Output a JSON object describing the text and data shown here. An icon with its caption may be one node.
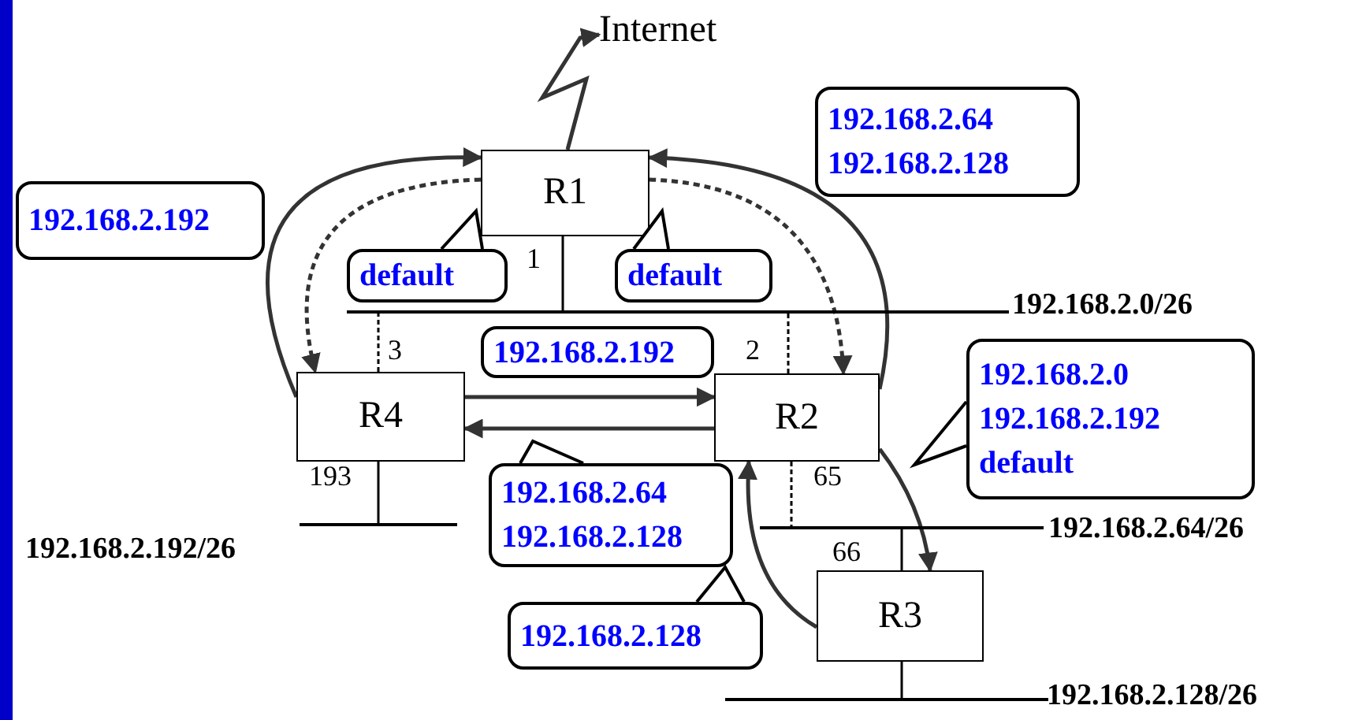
{
  "diagram": {
    "nodes": [
      {
        "text": [
          "R1"
        ]
      },
      {
        "text": [
          "R2"
        ]
      },
      {
        "text": [
          "R3"
        ]
      },
      {
        "text": [
          "R4"
        ]
      },
      {
        "text": [
          "Internet"
        ]
      },
      {
        "text": [
          "192.168.2.192"
        ]
      },
      {
        "text": [
          "default"
        ]
      },
      {
        "text": [
          "default"
        ]
      },
      {
        "text": [
          "192.168.2.64",
          "192.168.2.128"
        ]
      },
      {
        "text": [
          "192.168.2.192"
        ]
      },
      {
        "text": [
          "192.168.2.0",
          "192.168.2.192",
          "default"
        ]
      },
      {
        "text": [
          "192.168.2.64",
          "192.168.2.128"
        ]
      },
      {
        "text": [
          "192.168.2.128"
        ]
      },
      {
        "text": [],
        "shape": "bar",
        "beside": [
          "192.168.2.0/26"
        ]
      },
      {
        "text": [],
        "shape": "bar",
        "beside": [
          "192.168.2.192/26"
        ]
      },
      {
        "text": [],
        "shape": "bar",
        "beside": [
          "192.168.2.64/26"
        ]
      },
      {
        "text": [],
        "shape": "bar",
        "beside": [
          "192.168.2.128/26"
        ]
      }
    ],
    "edges": [
      {
        "from": 3,
        "to": 0,
        "arrow": "to"
      },
      {
        "from": 0,
        "to": 3,
        "arrow": "to",
        "style": "dashed"
      },
      {
        "from": 1,
        "to": 0,
        "arrow": "to"
      },
      {
        "from": 0,
        "to": 1,
        "arrow": "to",
        "style": "dashed"
      },
      {
        "from": 3,
        "to": 1,
        "arrow": "to"
      },
      {
        "from": 1,
        "to": 3,
        "arrow": "to"
      },
      {
        "from": 1,
        "to": 2,
        "arrow": "to"
      },
      {
        "from": 2,
        "to": 1,
        "arrow": "to"
      },
      {
        "from": 0,
        "to": 4,
        "arrow": "to"
      },
      {
        "from": 0,
        "to": 13,
        "arrow": "none"
      },
      {
        "from": 3,
        "to": 13,
        "arrow": "none",
        "style": "dashed"
      },
      {
        "from": 1,
        "to": 13,
        "arrow": "none",
        "style": "dashed"
      },
      {
        "from": 3,
        "to": 14,
        "arrow": "none"
      },
      {
        "from": 1,
        "to": 15,
        "arrow": "none",
        "style": "dashed"
      },
      {
        "from": 2,
        "to": 15,
        "arrow": "none"
      },
      {
        "from": 2,
        "to": 16,
        "arrow": "none"
      }
    ],
    "labels": [
      "1",
      "2",
      "3",
      "193",
      "65",
      "66"
    ]
  }
}
